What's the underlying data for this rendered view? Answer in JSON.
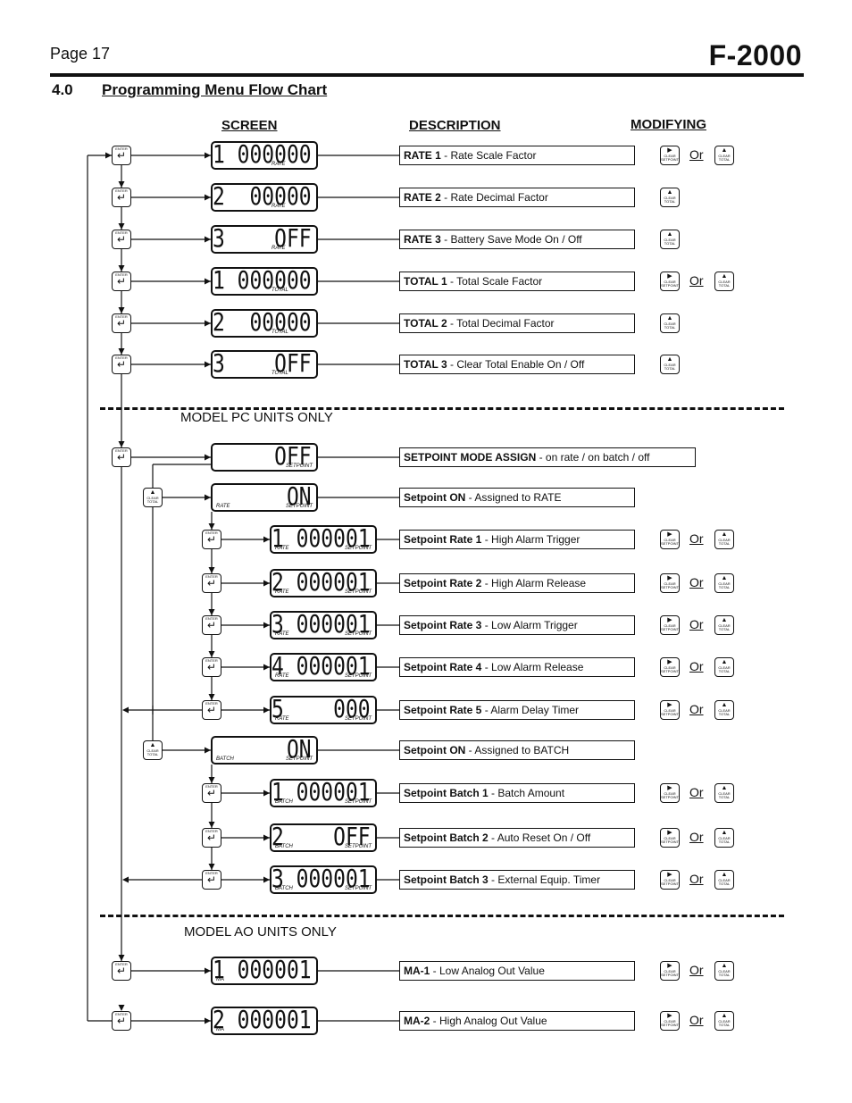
{
  "header": {
    "page": "Page 17",
    "model": "F-2000"
  },
  "section": {
    "number": "4.0",
    "title": "Programming Menu Flow Chart"
  },
  "columns": {
    "screen": "SCREEN",
    "description": "DESCRIPTION",
    "modifying": "MODIFYING"
  },
  "zones": {
    "pc": "MODEL  PC  UNITS  ONLY",
    "ao": "MODEL  AO  UNITS  ONLY"
  },
  "keys": {
    "enter": "ENTER",
    "clear_setpoint": "CLEAR SETPOINT",
    "clear_total": "CLEAR TOTAL",
    "or_label": "Or"
  },
  "rows": [
    {
      "lcd": "1 000000",
      "ann1": "RATE",
      "ann2": "",
      "bold": "RATE 1",
      "rest": " - Rate Scale Factor",
      "or": true
    },
    {
      "lcd": "2  00000",
      "ann1": "RATE",
      "ann2": "",
      "bold": "RATE 2",
      "rest": " - Rate Decimal Factor",
      "or": false
    },
    {
      "lcd": "3    OFF",
      "ann1": "RATE",
      "ann2": "",
      "bold": "RATE 3",
      "rest": " - Battery Save Mode On / Off",
      "or": false
    },
    {
      "lcd": "1 000000",
      "ann1": "TOTAL",
      "ann2": "",
      "bold": "TOTAL 1",
      "rest": " - Total Scale Factor",
      "or": true
    },
    {
      "lcd": "2  00000",
      "ann1": "TOTAL",
      "ann2": "",
      "bold": "TOTAL 2",
      "rest": " - Total Decimal Factor",
      "or": false
    },
    {
      "lcd": "3    OFF",
      "ann1": "TOTAL",
      "ann2": "",
      "bold": "TOTAL 3",
      "rest": " - Clear Total Enable  On / Off",
      "or": false
    },
    {
      "lcd": "     OFF",
      "ann1": "SETPOINT",
      "ann2": "",
      "bold": "SETPOINT MODE ASSIGN",
      "rest": " - on rate / on batch / off",
      "or": null
    },
    {
      "lcd": "      ON",
      "ann1": "RATE",
      "ann2": "SETPOINT",
      "bold": "Setpoint ON",
      "rest": " - Assigned to RATE",
      "or": null
    },
    {
      "lcd": "1 000001",
      "ann1": "RATE",
      "ann2": "SETPOINT",
      "bold": "Setpoint Rate 1",
      "rest": " - High Alarm Trigger",
      "or": true
    },
    {
      "lcd": "2 000001",
      "ann1": "RATE",
      "ann2": "SETPOINT",
      "bold": "Setpoint Rate 2",
      "rest": " - High Alarm Release",
      "or": true
    },
    {
      "lcd": "3 000001",
      "ann1": "RATE",
      "ann2": "SETPOINT",
      "bold": "Setpoint Rate 3",
      "rest": " - Low Alarm Trigger",
      "or": true
    },
    {
      "lcd": "4 000001",
      "ann1": "RATE",
      "ann2": "SETPOINT",
      "bold": "Setpoint Rate 4",
      "rest": " - Low Alarm Release",
      "or": true
    },
    {
      "lcd": "5    000",
      "ann1": "RATE",
      "ann2": "SETPOINT",
      "bold": "Setpoint Rate 5",
      "rest": " - Alarm Delay Timer",
      "or": true
    },
    {
      "lcd": "      ON",
      "ann1": "BATCH",
      "ann2": "SETPOINT",
      "bold": "Setpoint ON",
      "rest": " - Assigned to BATCH",
      "or": null
    },
    {
      "lcd": "1 000001",
      "ann1": "BATCH",
      "ann2": "SETPOINT",
      "bold": "Setpoint Batch 1",
      "rest": " - Batch Amount",
      "or": true
    },
    {
      "lcd": "2    OFF",
      "ann1": "BATCH",
      "ann2": "SETPOINT",
      "bold": "Setpoint Batch 2",
      "rest": " - Auto Reset On / Off",
      "or": true
    },
    {
      "lcd": "3 000001",
      "ann1": "BATCH",
      "ann2": "SETPOINT",
      "bold": "Setpoint Batch 3",
      "rest": " - External Equip. Timer",
      "or": true
    },
    {
      "lcd": "1 000001",
      "ann1": "MA",
      "ann2": "",
      "bold": "MA-1",
      "rest": " - Low Analog Out Value",
      "or": true
    },
    {
      "lcd": "2 000001",
      "ann1": "MA",
      "ann2": "",
      "bold": "MA-2",
      "rest": " - High Analog Out Value",
      "or": true
    }
  ]
}
